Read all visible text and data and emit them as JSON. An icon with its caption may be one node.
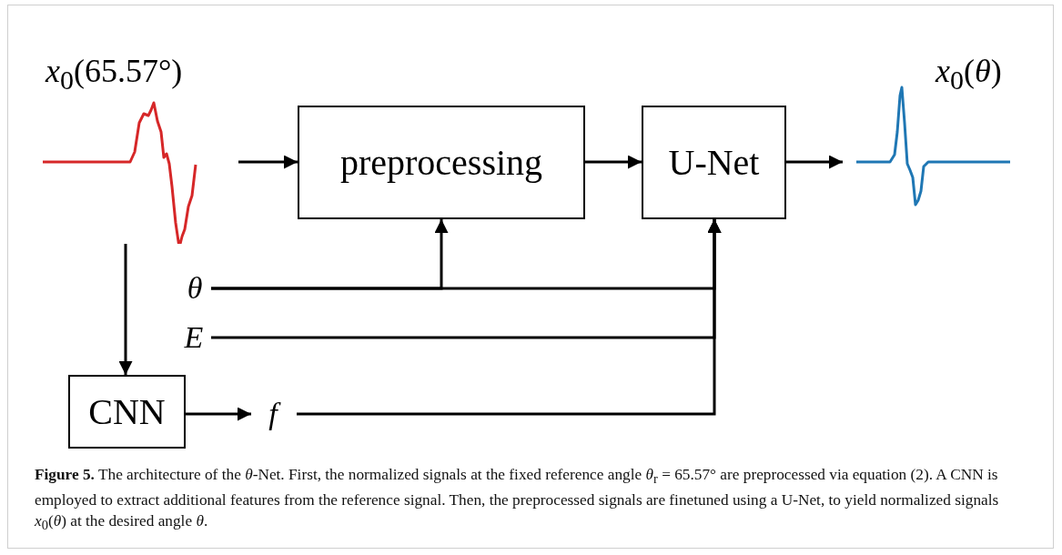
{
  "diagram": {
    "nodes": [
      {
        "text": [
          "*x*$_{0}$(65.57°)"
        ]
      },
      {
        "text": [
          "preprocessing"
        ]
      },
      {
        "text": [
          "U-Net"
        ]
      },
      {
        "text": [
          "*x*$_{0}$(*θ*)"
        ]
      },
      {
        "text": [
          "θ"
        ]
      },
      {
        "text": [
          "E"
        ]
      },
      {
        "text": [
          "CNN"
        ]
      },
      {
        "text": [
          "f"
        ]
      }
    ],
    "edges": [
      {
        "from": 0,
        "to": 1,
        "arrow": "to"
      },
      {
        "from": 1,
        "to": 2,
        "arrow": "to"
      },
      {
        "from": 2,
        "to": 3,
        "arrow": "to"
      },
      {
        "from": 0,
        "to": 6,
        "arrow": "to"
      },
      {
        "from": 6,
        "to": 7,
        "arrow": "to"
      },
      {
        "from": 4,
        "to": 1,
        "arrow": "to"
      },
      {
        "from": 4,
        "to": 2,
        "arrow": "to"
      },
      {
        "from": 5,
        "to": 2,
        "arrow": "to"
      },
      {
        "from": 7,
        "to": 2,
        "arrow": "to"
      }
    ],
    "caption": "**Figure 5.** The architecture of the *θ*-Net. First, the normalized signals at the fixed reference angle *θ*$_{r}$ = 65.57° are preprocessed via equation (2). A CNN is employed to extract additional features from the reference signal. Then, the preprocessed signals are finetuned using a U-Net, to yield normalized signals *x*$_{0}$(*θ*) at the desired angle *θ*."
  }
}
